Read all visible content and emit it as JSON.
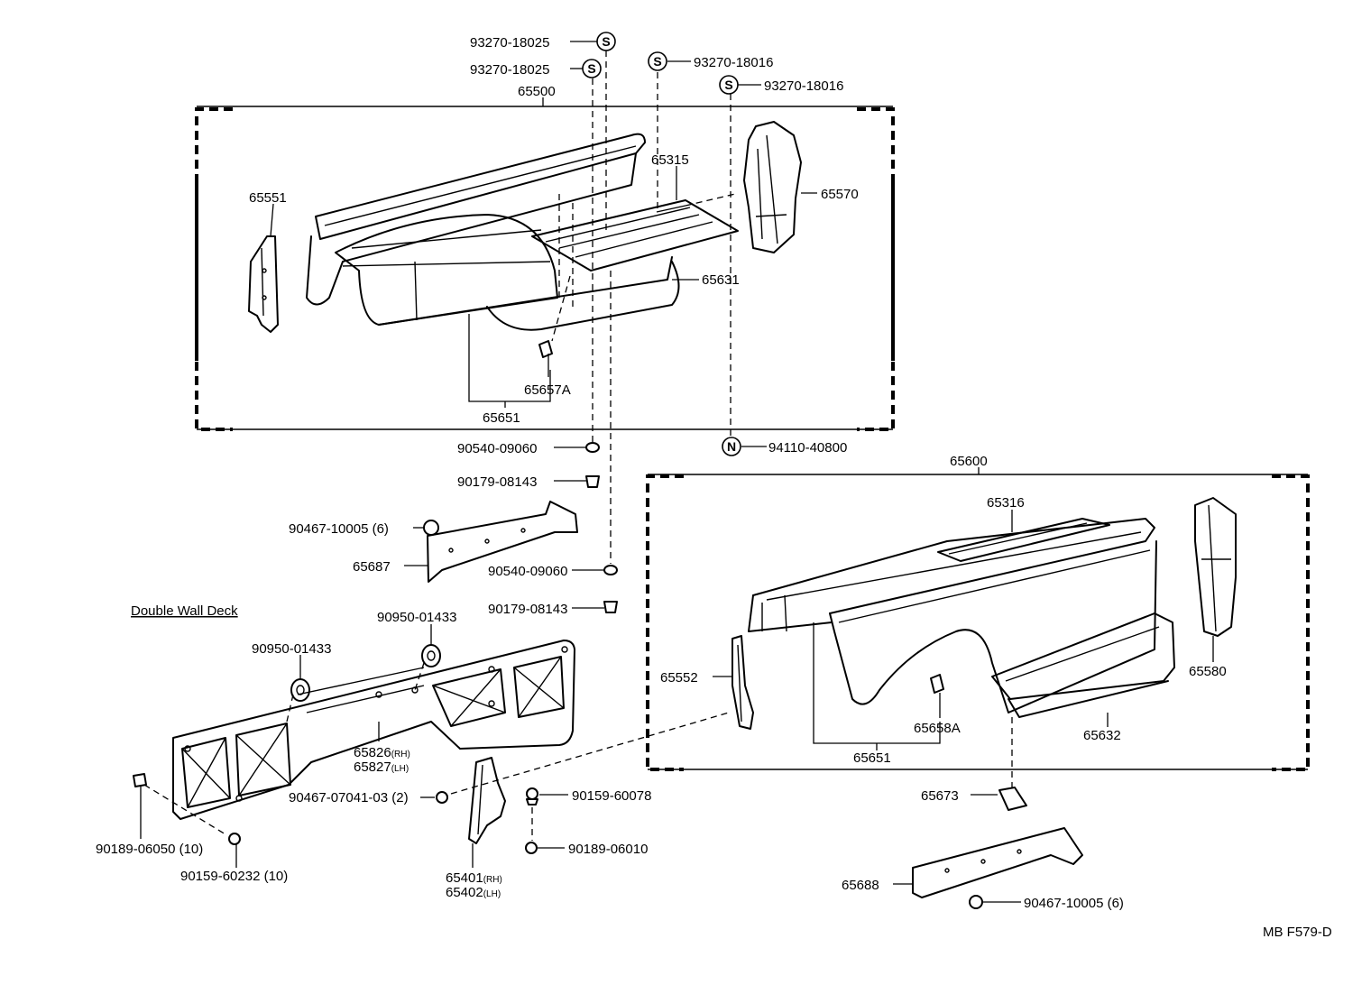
{
  "diagram": {
    "heading": "Double Wall Deck",
    "drawing_code": "MB F579-D",
    "symbols": {
      "s": "S",
      "n": "N"
    },
    "callouts": {
      "p93270_18025_a": "93270-18025",
      "p93270_18025_b": "93270-18025",
      "p93270_18016_a": "93270-18016",
      "p93270_18016_b": "93270-18016",
      "p65500": "65500",
      "p65315": "65315",
      "p65570": "65570",
      "p65551": "65551",
      "p65631": "65631",
      "p65657a": "65657A",
      "p65651_a": "65651",
      "p90540_09060_a": "90540-09060",
      "p94110_40800": "94110-40800",
      "p90179_08143_a": "90179-08143",
      "p65600": "65600",
      "p90467_10005_a": "90467-10005",
      "p90467_10005_a_qty": "(6)",
      "p65316": "65316",
      "p65687": "65687",
      "p90540_09060_b": "90540-09060",
      "p90179_08143_b": "90179-08143",
      "p90950_01433_a": "90950-01433",
      "p90950_01433_b": "90950-01433",
      "p65552": "65552",
      "p65580": "65580",
      "p65658a": "65658A",
      "p65632": "65632",
      "p65826": "65826",
      "p65826_side": "(RH)",
      "p65827": "65827",
      "p65827_side": "(LH)",
      "p65651_b": "65651",
      "p90467_07041_03": "90467-07041-03",
      "p90467_07041_03_qty": "(2)",
      "p90159_60078": "90159-60078",
      "p65673": "65673",
      "p90189_06050": "90189-06050",
      "p90189_06050_qty": "(10)",
      "p90189_06010": "90189-06010",
      "p90159_60232": "90159-60232",
      "p90159_60232_qty": "(10)",
      "p65401": "65401",
      "p65401_side": "(RH)",
      "p65402": "65402",
      "p65402_side": "(LH)",
      "p65688": "65688",
      "p90467_10005_b": "90467-10005",
      "p90467_10005_b_qty": "(6)"
    }
  }
}
